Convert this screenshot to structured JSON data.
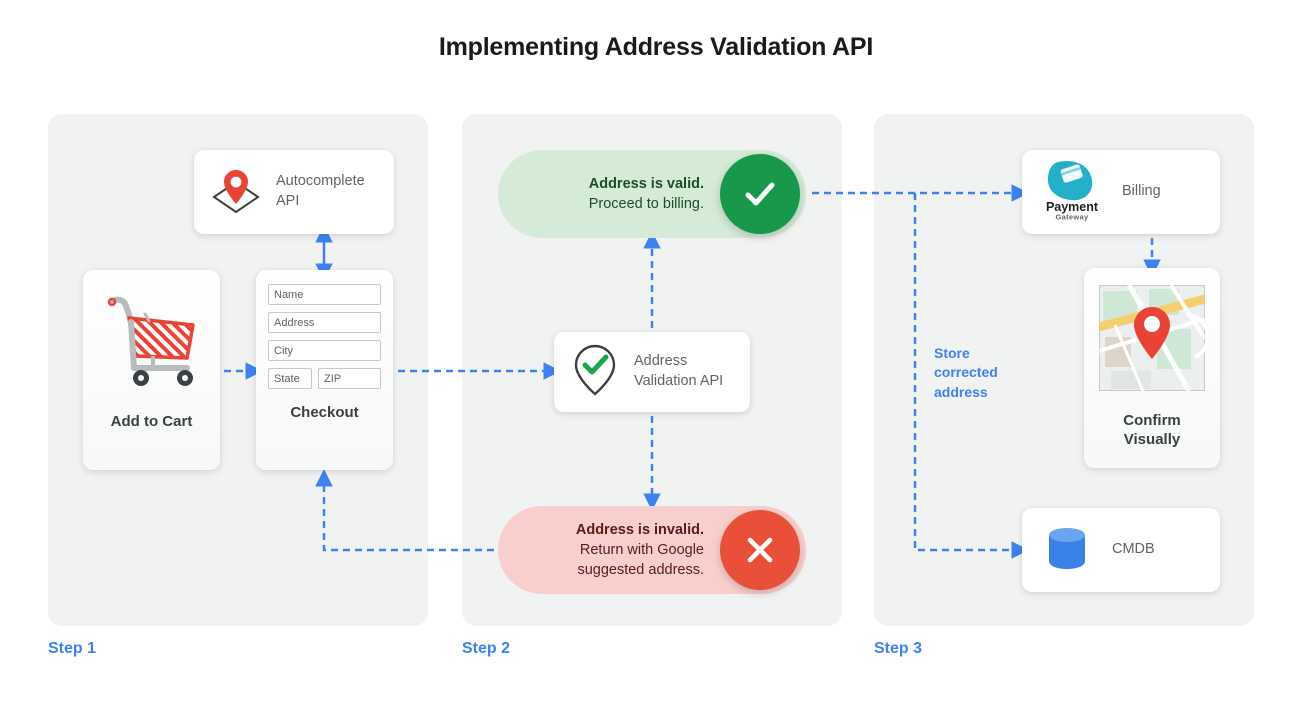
{
  "title": "Implementing Address Validation API",
  "colors": {
    "accent_blue": "#3d82f2",
    "panel_bg": "#f1f2f2",
    "valid_pill_bg": "#d5ead7",
    "valid_badge": "#17984b",
    "invalid_pill_bg": "#f8cfcc",
    "invalid_badge": "#e8503a",
    "pin_red": "#ea4335",
    "db_blue": "#3b82e8",
    "payment_teal": "#23b0c8"
  },
  "steps": [
    {
      "label": "Step 1"
    },
    {
      "label": "Step 2"
    },
    {
      "label": "Step 3"
    }
  ],
  "step1": {
    "autocomplete": {
      "label_line1": "Autocomplete",
      "label_line2": "API",
      "icon": "map-pin-diamond-icon"
    },
    "add_to_cart": {
      "title": "Add to Cart",
      "icon": "shopping-cart-icon"
    },
    "checkout": {
      "title": "Checkout",
      "fields": [
        {
          "name": "name",
          "placeholder": "Name"
        },
        {
          "name": "address",
          "placeholder": "Address"
        },
        {
          "name": "city",
          "placeholder": "City"
        },
        {
          "name": "state",
          "placeholder": "State"
        },
        {
          "name": "zip",
          "placeholder": "ZIP"
        }
      ]
    }
  },
  "step2": {
    "valid": {
      "line1": "Address is valid.",
      "line2": "Proceed to billing.",
      "badge_icon": "check-icon"
    },
    "validation_api": {
      "label_line1": "Address",
      "label_line2": "Validation API",
      "icon": "map-pin-check-icon"
    },
    "invalid": {
      "line1": "Address is invalid.",
      "line2": "Return with Google",
      "line3": "suggested address.",
      "badge_icon": "close-icon"
    }
  },
  "step3": {
    "billing": {
      "label": "Billing",
      "logo_primary": "Payment",
      "logo_secondary": "Gateway",
      "icon": "payment-gateway-logo"
    },
    "confirm": {
      "title_line1": "Confirm",
      "title_line2": "Visually",
      "icon": "map-thumbnail-icon"
    },
    "cmdb": {
      "label": "CMDB",
      "icon": "database-icon"
    },
    "store_note": {
      "line1": "Store",
      "line2": "corrected",
      "line3": "address"
    }
  }
}
